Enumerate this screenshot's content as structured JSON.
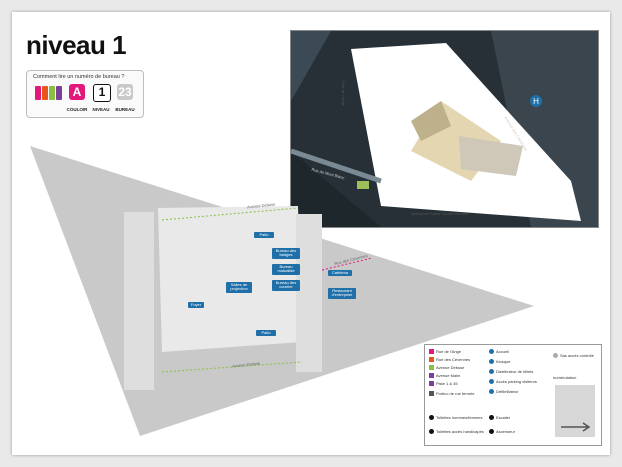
{
  "title": "niveau 1",
  "legend_howto": {
    "question": "Comment lire un numéro de bureau ?",
    "corridor_code": "A",
    "level_code": "1",
    "office_code": "23",
    "label_corridor": "COULOIR",
    "label_level": "NIVEAU",
    "label_office": "BUREAU"
  },
  "inset_map": {
    "streets": [
      "Avenue des Cévennes",
      "Rue de l'Ange",
      "Rue du Mont Blanc"
    ],
    "site_label": "Métropole Salon\nCentre Mérites",
    "hospital_icon": "H"
  },
  "floor_plan": {
    "corridor_labels": [
      "Avenue Debuse",
      "Rue des Cévennes",
      "Avenue Debuse"
    ],
    "rooms": [
      "Patio",
      "Bureau des badges",
      "Bureau mutualisé",
      "Bureau des courrier",
      "Salles de projection",
      "Foyer",
      "Cafétéria",
      "Restaurant d'entreprise",
      "Patio"
    ]
  },
  "legend": {
    "corridors": [
      "Rue de l'Ange",
      "Rue des Cévennes",
      "Avenue Debuse",
      "Avenue Malm"
    ],
    "stairs": "Piste 1 & 45",
    "portico": "Portico de rue fermée",
    "wc": "Toilettes hommes/femmes",
    "wc_access": "Toilettes accès handicapés",
    "services": [
      "Accueil",
      "Kiosque",
      "Distributeur de billets",
      "Accès parking visiteurs",
      "Défibrillateur"
    ],
    "escalator": "Escalier",
    "elevator": "Ascenseur",
    "no_access": "Sas accès contrôlé",
    "numeration": "numérotation"
  },
  "colors": {
    "corridor_a": "#e2187b",
    "corridor_b": "#e8541a",
    "corridor_c": "#8bbf3f",
    "corridor_d": "#7b3f98",
    "room_blue": "#1f6fa8",
    "floor_gray": "#c9c9c9"
  }
}
